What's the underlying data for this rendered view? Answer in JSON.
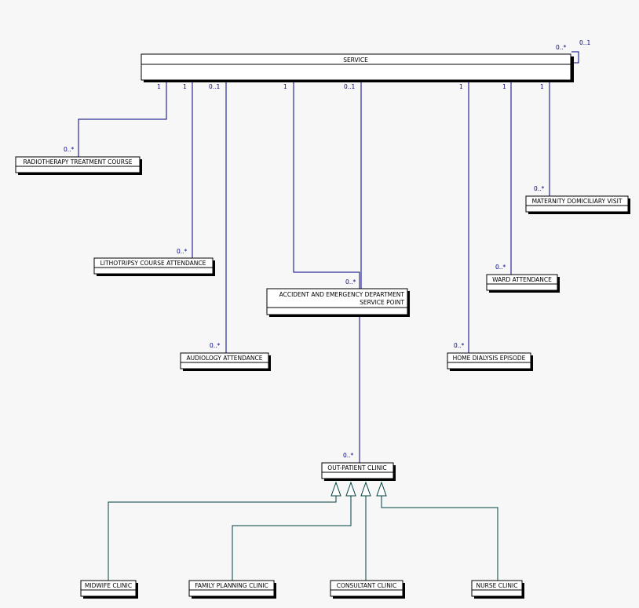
{
  "entities": {
    "service": "SERVICE",
    "radiotherapy": "RADIOTHERAPY TREATMENT COURSE",
    "lithotripsy": "LITHOTRIPSY COURSE ATTENDANCE",
    "audiology": "AUDIOLOGY ATTENDANCE",
    "ae_line1": "ACCIDENT AND EMERGENCY DEPARTMENT",
    "ae_line2": "SERVICE POINT",
    "home_dialysis": "HOME DIALYSIS EPISODE",
    "ward": "WARD ATTENDANCE",
    "maternity": "MATERNITY DOMICILIARY VISIT",
    "outpatient": "OUT-PATIENT CLINIC",
    "midwife": "MIDWIFE CLINIC",
    "family_planning": "FAMILY PLANNING CLINIC",
    "consultant": "CONSULTANT CLINIC",
    "nurse": "NURSE CLINIC"
  },
  "multiplicities": {
    "self_a": "0..*",
    "self_b": "0..1",
    "svc_radio": "1",
    "svc_litho": "1",
    "svc_audio": "0..1",
    "svc_ae": "1",
    "svc_op": "0..1",
    "svc_dialysis": "1",
    "svc_ward": "1",
    "svc_maternity": "1",
    "radio": "0..*",
    "litho": "0..*",
    "audio": "0..*",
    "ae": "0..*",
    "op": "0..*",
    "dialysis": "0..*",
    "ward": "0..*",
    "maternity": "0..*"
  }
}
